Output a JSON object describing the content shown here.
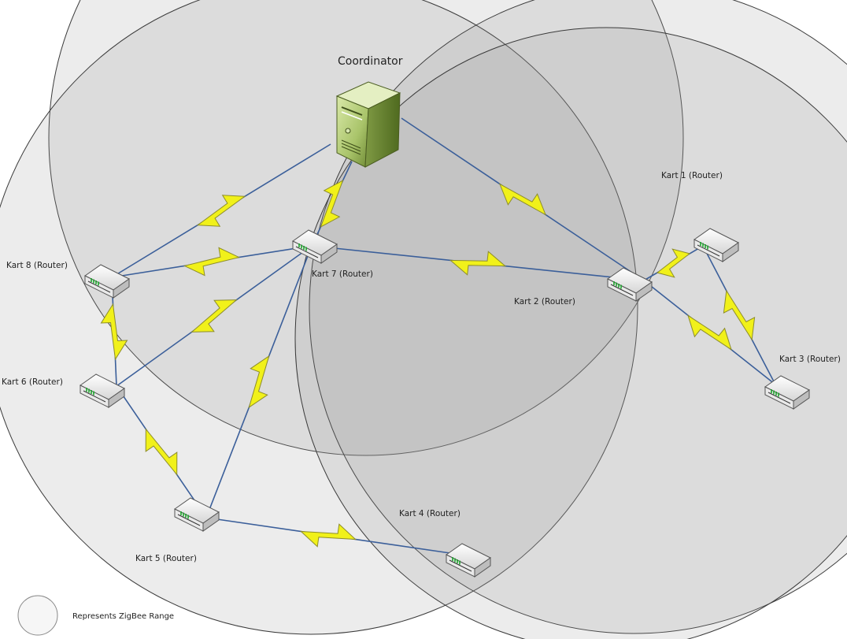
{
  "coordinator": {
    "label": "Coordinator"
  },
  "routers": [
    {
      "id": "kart1",
      "label": "Kart 1 (Router)"
    },
    {
      "id": "kart2",
      "label": "Kart 2 (Router)"
    },
    {
      "id": "kart3",
      "label": "Kart 3 (Router)"
    },
    {
      "id": "kart4",
      "label": "Kart 4 (Router)"
    },
    {
      "id": "kart5",
      "label": "Kart 5 (Router)"
    },
    {
      "id": "kart6",
      "label": "Kart 6 (Router)"
    },
    {
      "id": "kart7",
      "label": "Kart 7 (Router)"
    },
    {
      "id": "kart8",
      "label": "Kart 8 (Router)"
    }
  ],
  "legend": {
    "label": "Represents ZigBee Range"
  },
  "links": [
    [
      "coordinator",
      "kart8"
    ],
    [
      "coordinator",
      "kart7"
    ],
    [
      "coordinator",
      "kart2"
    ],
    [
      "kart7",
      "kart8"
    ],
    [
      "kart7",
      "kart2"
    ],
    [
      "kart7",
      "kart6"
    ],
    [
      "kart7",
      "kart5"
    ],
    [
      "kart8",
      "kart6"
    ],
    [
      "kart6",
      "kart5"
    ],
    [
      "kart5",
      "kart4"
    ],
    [
      "kart2",
      "kart1"
    ],
    [
      "kart2",
      "kart3"
    ],
    [
      "kart1",
      "kart3"
    ]
  ],
  "colors": {
    "bolt": "#f1f11a",
    "link": "#3b5f9a",
    "server": "#a9c46a"
  },
  "icons": {
    "coordinator": "server-icon",
    "router": "router-icon"
  }
}
